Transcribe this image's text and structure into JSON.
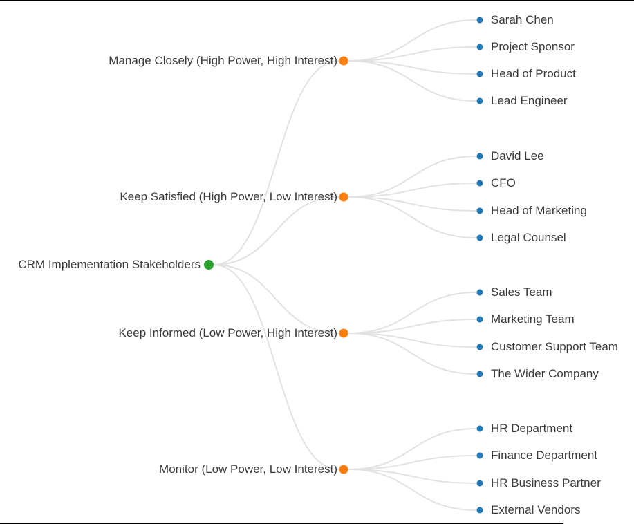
{
  "window": {
    "background": "#ffffff",
    "border_color": "#000000"
  },
  "colors": {
    "root_dot": "#2ca02c",
    "branch_dot": "#ff7f0e",
    "leaf_dot": "#1f77b4",
    "link": "#e2e2e2",
    "text": "#3a3a3a"
  },
  "mindmap": {
    "root": {
      "label": "CRM Implementation Stakeholders"
    },
    "branches": [
      {
        "label": "Manage Closely (High Power, High Interest)",
        "children": [
          "Sarah Chen",
          "Project Sponsor",
          "Head of Product",
          "Lead Engineer"
        ]
      },
      {
        "label": "Keep Satisfied (High Power, Low Interest)",
        "children": [
          "David Lee",
          "CFO",
          "Head of Marketing",
          "Legal Counsel"
        ]
      },
      {
        "label": "Keep Informed (Low Power, High Interest)",
        "children": [
          "Sales Team",
          "Marketing Team",
          "Customer Support Team",
          "The Wider Company"
        ]
      },
      {
        "label": "Monitor (Low Power, Low Interest)",
        "children": [
          "HR Department",
          "Finance Department",
          "HR Business Partner",
          "External Vendors"
        ]
      }
    ]
  }
}
